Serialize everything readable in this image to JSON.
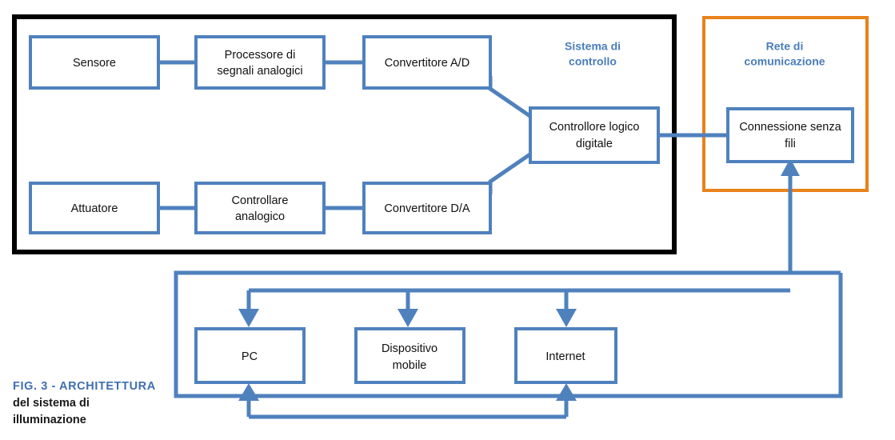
{
  "figure": {
    "caption_title": "FIG. 3 - ARCHITETTURA",
    "caption_line2": "del sistema di",
    "caption_line3": "illuminazione"
  },
  "colors": {
    "box_stroke": "#4f81bd",
    "connector": "#4f81bd",
    "control_frame": "#000000",
    "network_frame": "#e8821a",
    "group_label": "#4a7ebb",
    "caption_title": "#3f6fb0",
    "caption_body": "#1a1a1a",
    "background": "#ffffff"
  },
  "groups": [
    {
      "id": "sistema-di-controllo",
      "label_line1": "Sistema di",
      "label_line2": "controllo",
      "frame_color": "#000000"
    },
    {
      "id": "rete-di-comunicazione",
      "label_line1": "Rete di",
      "label_line2": "comunicazione",
      "frame_color": "#e8821a"
    }
  ],
  "nodes": {
    "sensore": {
      "label": "Sensore"
    },
    "processore": {
      "label_line1": "Processore di",
      "label_line2": "segnali analogici"
    },
    "convertitore_ad": {
      "label": "Convertitore A/D"
    },
    "controllore": {
      "label_line1": "Controllore logico",
      "label_line2": "digitale"
    },
    "connessione": {
      "label_line1": "Connessione senza",
      "label_line2": "fili"
    },
    "attuatore": {
      "label": "Attuatore"
    },
    "controllare_analogico": {
      "label_line1": "Controllare",
      "label_line2": "analogico"
    },
    "convertitore_da": {
      "label": "Convertitore D/A"
    },
    "pc": {
      "label": "PC"
    },
    "dispositivo_mobile": {
      "label_line1": "Dispositivo",
      "label_line2": "mobile"
    },
    "internet": {
      "label": "Internet"
    }
  }
}
